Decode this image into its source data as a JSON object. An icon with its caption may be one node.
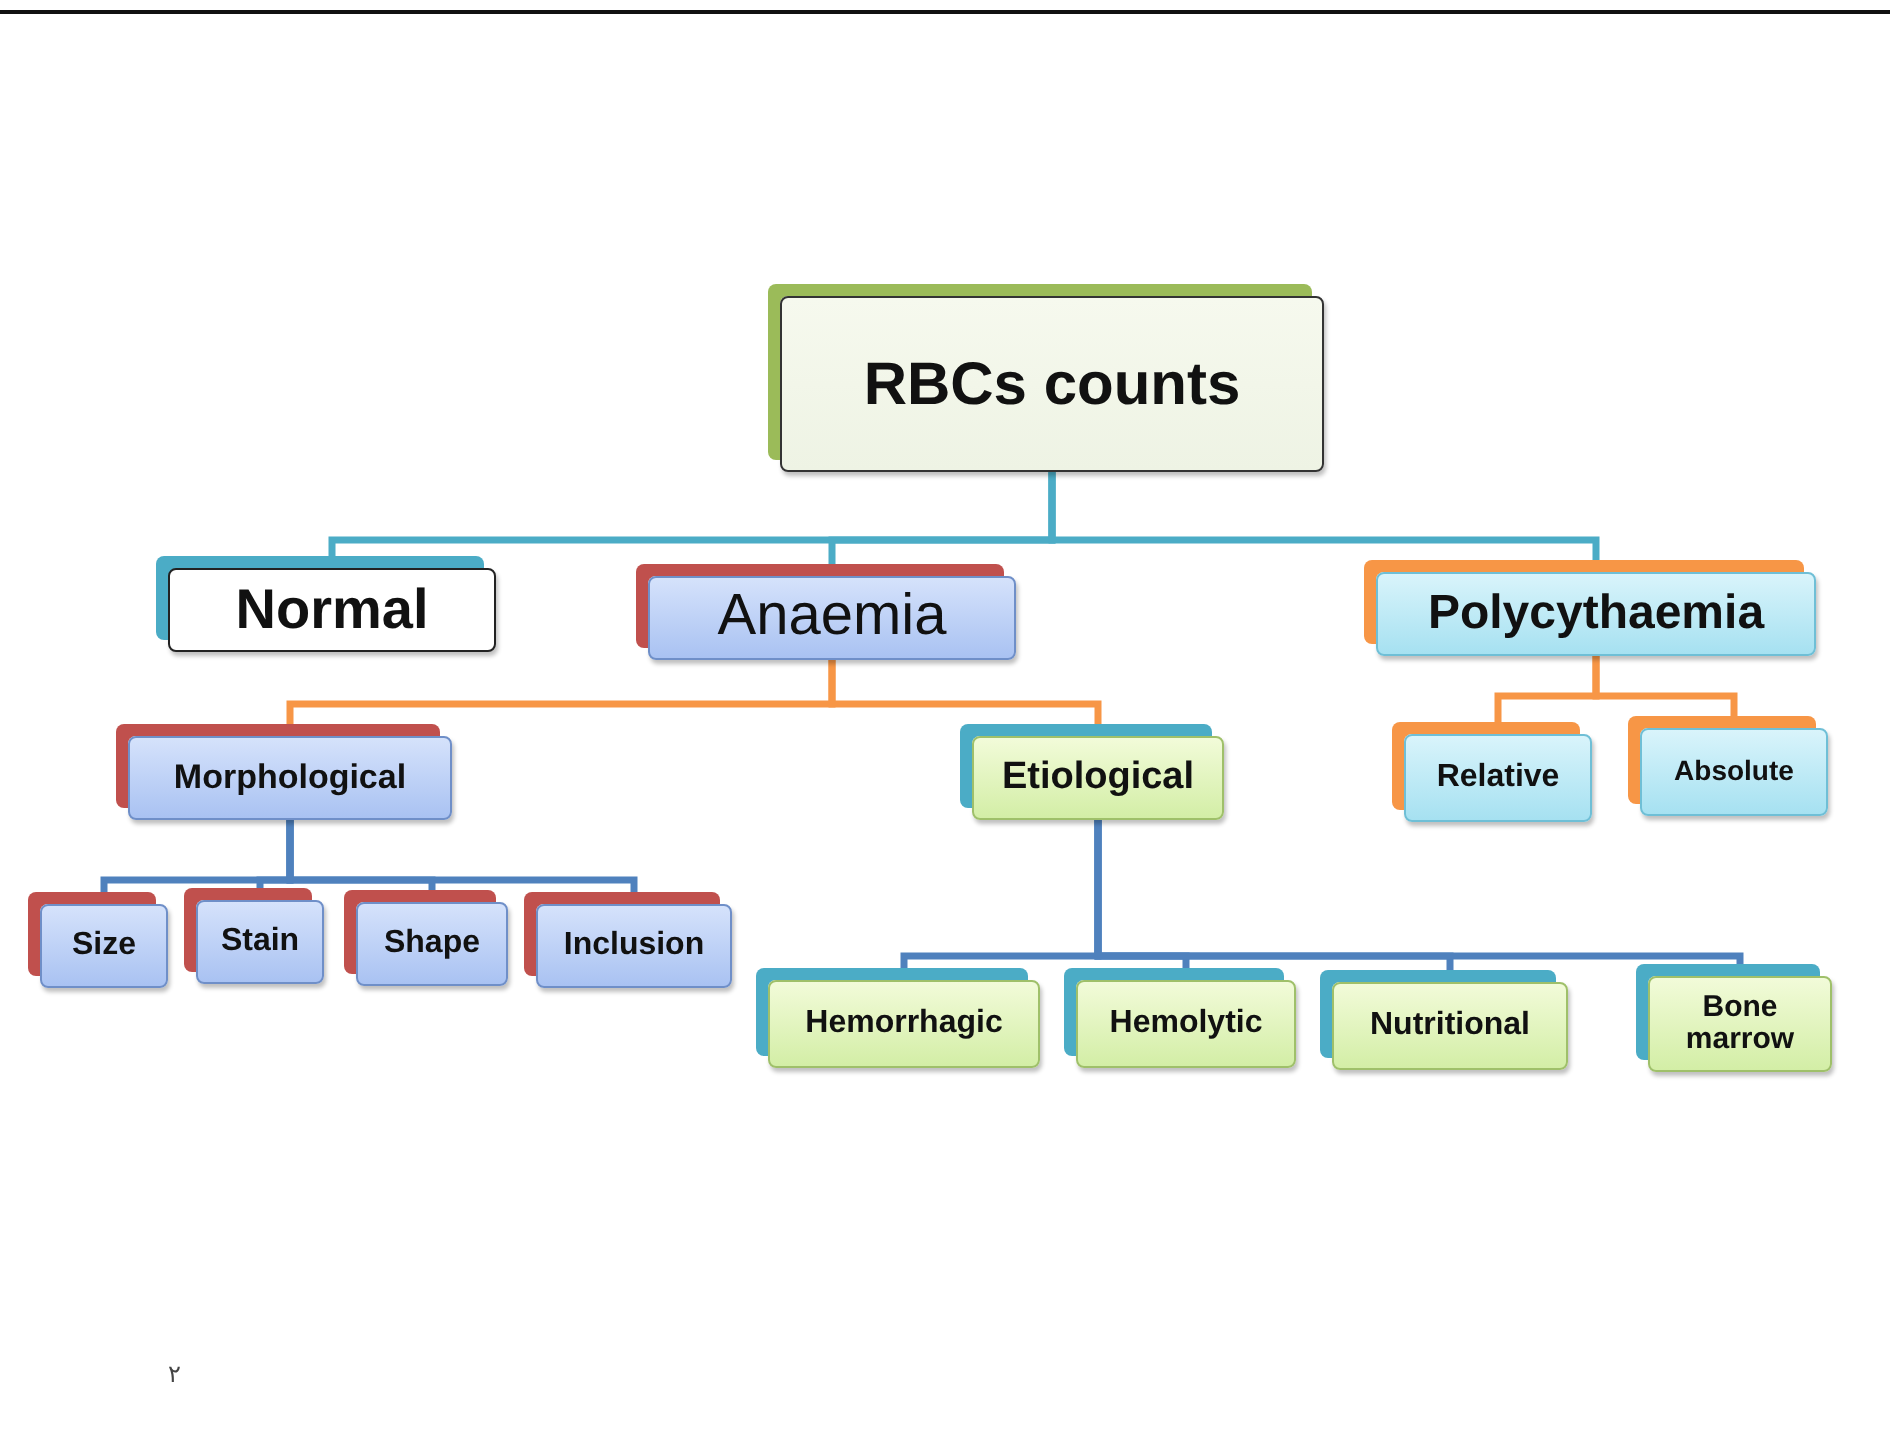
{
  "diagram": {
    "nodes": [
      {
        "text": [
          "RBCs counts"
        ]
      },
      {
        "text": [
          "Normal"
        ]
      },
      {
        "text": [
          "Anaemia"
        ]
      },
      {
        "text": [
          "Polycythaemia"
        ]
      },
      {
        "text": [
          "Morphological"
        ]
      },
      {
        "text": [
          "Etiological"
        ]
      },
      {
        "text": [
          "Relative"
        ]
      },
      {
        "text": [
          "Absolute"
        ]
      },
      {
        "text": [
          "Size"
        ]
      },
      {
        "text": [
          "Stain"
        ]
      },
      {
        "text": [
          "Shape"
        ]
      },
      {
        "text": [
          "Inclusion"
        ]
      },
      {
        "text": [
          "Hemorrhagic"
        ]
      },
      {
        "text": [
          "Hemolytic"
        ]
      },
      {
        "text": [
          "Nutritional"
        ]
      },
      {
        "text": [
          "Bone marrow"
        ]
      }
    ],
    "edges": [
      {
        "from": 0,
        "to": 1,
        "arrow": "none",
        "color": "#4bacc6"
      },
      {
        "from": 0,
        "to": 2,
        "arrow": "none",
        "color": "#4bacc6"
      },
      {
        "from": 0,
        "to": 3,
        "arrow": "none",
        "color": "#4bacc6"
      },
      {
        "from": 2,
        "to": 4,
        "arrow": "none",
        "color": "#f79646"
      },
      {
        "from": 2,
        "to": 5,
        "arrow": "none",
        "color": "#f79646"
      },
      {
        "from": 3,
        "to": 6,
        "arrow": "none",
        "color": "#f79646"
      },
      {
        "from": 3,
        "to": 7,
        "arrow": "none",
        "color": "#f79646"
      },
      {
        "from": 4,
        "to": 8,
        "arrow": "none"
      },
      {
        "from": 4,
        "to": 9,
        "arrow": "none"
      },
      {
        "from": 4,
        "to": 10,
        "arrow": "none"
      },
      {
        "from": 4,
        "to": 11,
        "arrow": "none"
      },
      {
        "from": 5,
        "to": 12,
        "arrow": "none"
      },
      {
        "from": 5,
        "to": 13,
        "arrow": "none"
      },
      {
        "from": 5,
        "to": 14,
        "arrow": "none"
      },
      {
        "from": 5,
        "to": 15,
        "arrow": "none"
      }
    ],
    "labels": [
      "٢"
    ]
  }
}
